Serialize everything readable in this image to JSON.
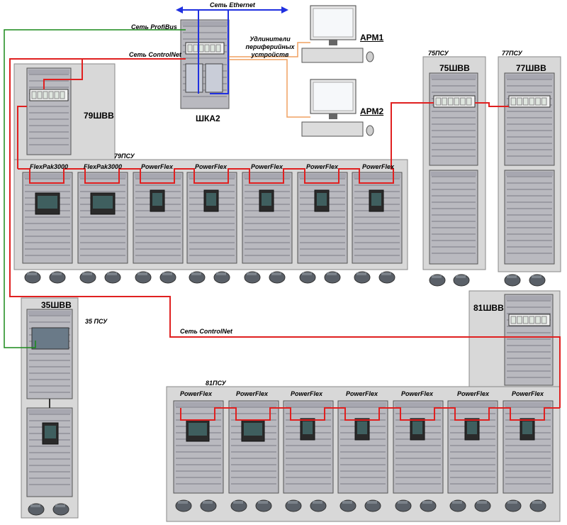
{
  "networks": {
    "ethernet": "Сеть Ethernet",
    "profibus": "Сеть ProfiBus",
    "controlnet_top": "Сеть ControlNet",
    "controlnet_mid": "Сеть ControlNet"
  },
  "extenders": "Удлинители периферийных устройств",
  "workstations": [
    "АРМ1",
    "АРМ2"
  ],
  "cabinets": {
    "shka2": "ШКА2",
    "s79shvv": "79ШВВ",
    "s75psu": "75ПСУ",
    "s75shvv": "75ШВВ",
    "s77psu": "77ПСУ",
    "s77shvv": "77ШВВ",
    "s79psu": "79ПСУ",
    "s35shvv": "35ШВВ",
    "s35psu": "35 ПСУ",
    "s81shvv": "81ШВВ",
    "s81psu": "81ПСУ"
  },
  "drives_79": [
    "FlexPak3000",
    "FlexPak3000",
    "PowerFlex",
    "PowerFlex",
    "PowerFlex",
    "PowerFlex",
    "PowerFlex"
  ],
  "drives_81": [
    "PowerFlex",
    "PowerFlex",
    "PowerFlex",
    "PowerFlex",
    "PowerFlex",
    "PowerFlex",
    "PowerFlex"
  ],
  "colors": {
    "controlnet": "#e02020",
    "profibus": "#1a8a1a",
    "ethernet": "#2030e0",
    "group_bg": "#d8d8d8",
    "cabinet": "#b9b9bf"
  }
}
